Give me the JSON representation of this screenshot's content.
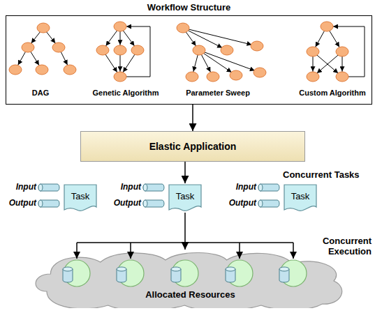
{
  "diagram": {
    "nodes": [
      {
        "text": [
          "Workflow Structure"
        ]
      },
      {
        "text": [
          "Elastic Application"
        ]
      },
      {
        "text": [
          "Task"
        ]
      },
      {
        "text": [
          "Task"
        ]
      },
      {
        "text": [
          "Task"
        ]
      },
      {
        "text": [
          "Allocated Resources"
        ]
      }
    ],
    "edges": [
      {
        "from": 0,
        "to": 1,
        "arrow": "to"
      },
      {
        "from": 1,
        "to": 3,
        "arrow": "to"
      },
      {
        "from": 3,
        "to": 5,
        "arrow": "to"
      }
    ],
    "labels": [
      "DAG",
      "Genetic Algorithm",
      "Parameter Sweep",
      "Custom Algorithm",
      "Input",
      "Output",
      "Input",
      "Output",
      "Input",
      "Output",
      "Concurrent Tasks",
      "Concurrent Execution"
    ]
  }
}
